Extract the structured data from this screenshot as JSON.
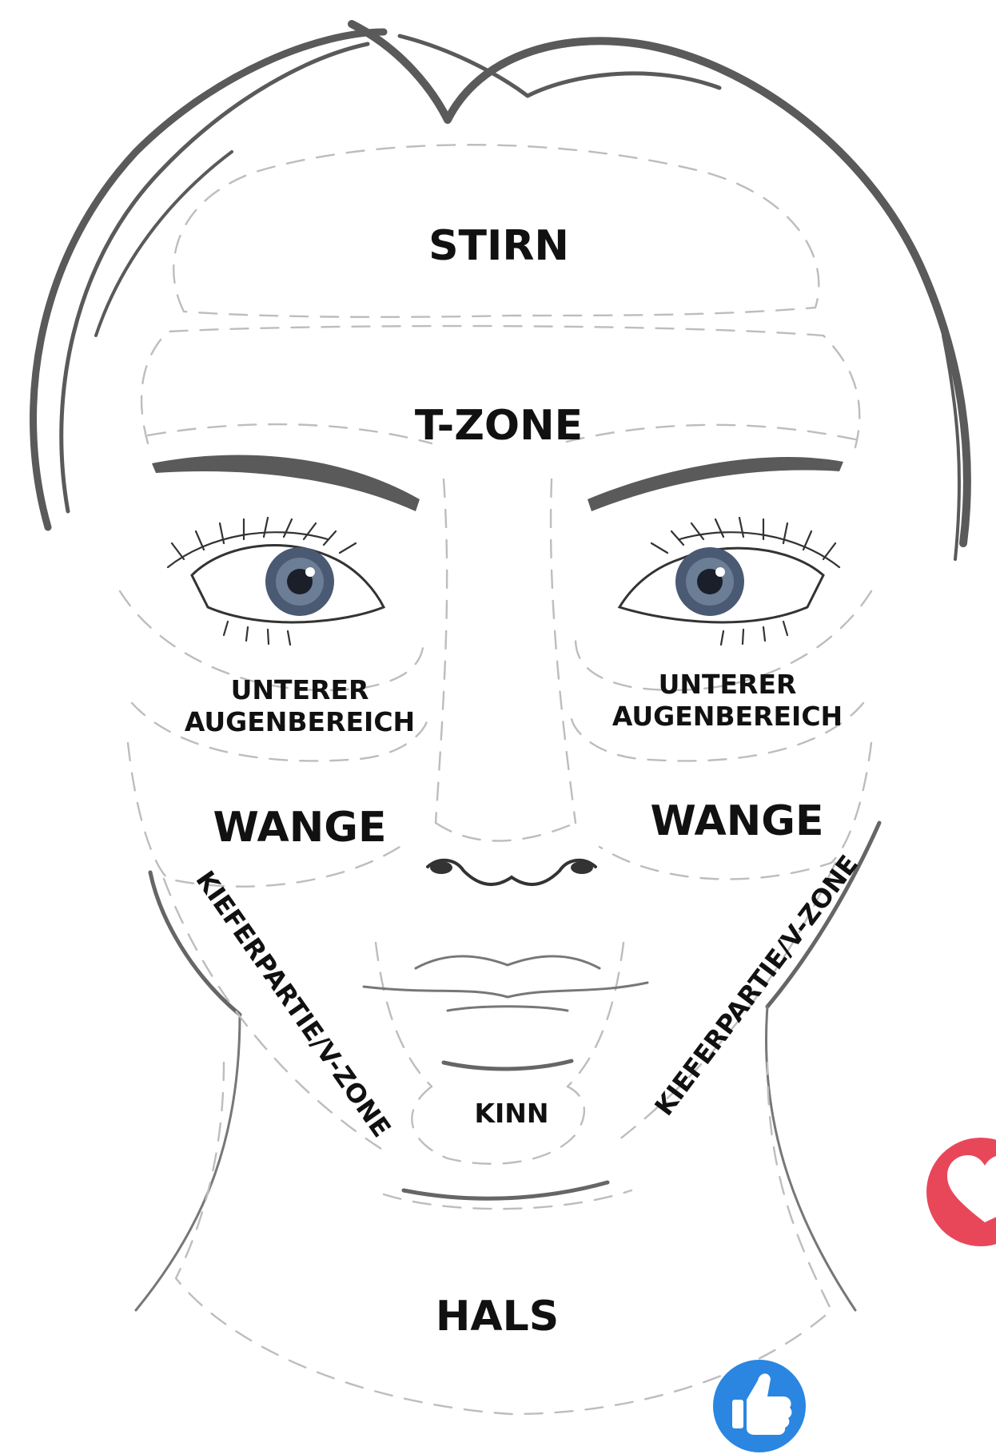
{
  "labels": {
    "stirn": "STIRN",
    "t_zone": "T-ZONE",
    "under_eye_left_1": "UNTERER",
    "under_eye_left_2": "AUGENBEREICH",
    "under_eye_right_1": "UNTERER",
    "under_eye_right_2": "AUGENBEREICH",
    "wange_left": "WANGE",
    "wange_right": "WANGE",
    "jaw_left": "KIEFERPARTIE/V-ZONE",
    "jaw_right": "KIEFERPARTIE/V-ZONE",
    "kinn": "KINN",
    "hals": "HALS"
  },
  "colors": {
    "heart_button": "#e8475a",
    "like_button": "#2a86e0",
    "line_art": "#5a5a5a",
    "zone_outline": "#bdbdbd",
    "iris": "#4a5a72"
  },
  "icons": {
    "heart": "heart-icon",
    "like": "thumbs-up-icon"
  }
}
